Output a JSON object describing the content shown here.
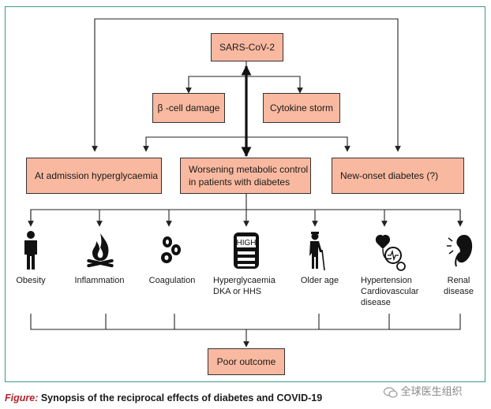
{
  "nodes": {
    "sars": "SARS-CoV-2",
    "beta": "β -cell damage",
    "cytokine": "Cytokine storm",
    "admission": "At admission hyperglycaemia",
    "worsening_1": "Worsening metabolic control",
    "worsening_2": "in patients with diabetes",
    "newonset": "New-onset diabetes (?)",
    "poor": "Poor outcome"
  },
  "outcomes": [
    {
      "lines": [
        "Obesity"
      ],
      "icon": "person-icon"
    },
    {
      "lines": [
        "Inflammation"
      ],
      "icon": "fire-icon"
    },
    {
      "lines": [
        "Coagulation"
      ],
      "icon": "blood-cells-icon"
    },
    {
      "lines": [
        "Hyperglycaemia",
        "DKA or HHS"
      ],
      "icon": "glucose-meter-icon",
      "meter_text": "HIGH"
    },
    {
      "lines": [
        "Older age"
      ],
      "icon": "elderly-person-icon"
    },
    {
      "lines": [
        "Hypertension",
        "Cardiovascular",
        "disease"
      ],
      "icon": "heart-pressure-icon"
    },
    {
      "lines": [
        "Renal",
        "disease"
      ],
      "icon": "kidney-icon"
    }
  ],
  "caption": {
    "label": "Figure:",
    "text": " Synopsis of the reciprocal effects of diabetes and COVID-19"
  },
  "watermark": "全球医生组织",
  "colors": {
    "box_fill": "#f9b9a0",
    "frame": "#3a9a8a",
    "caption_label": "#b4232a"
  }
}
